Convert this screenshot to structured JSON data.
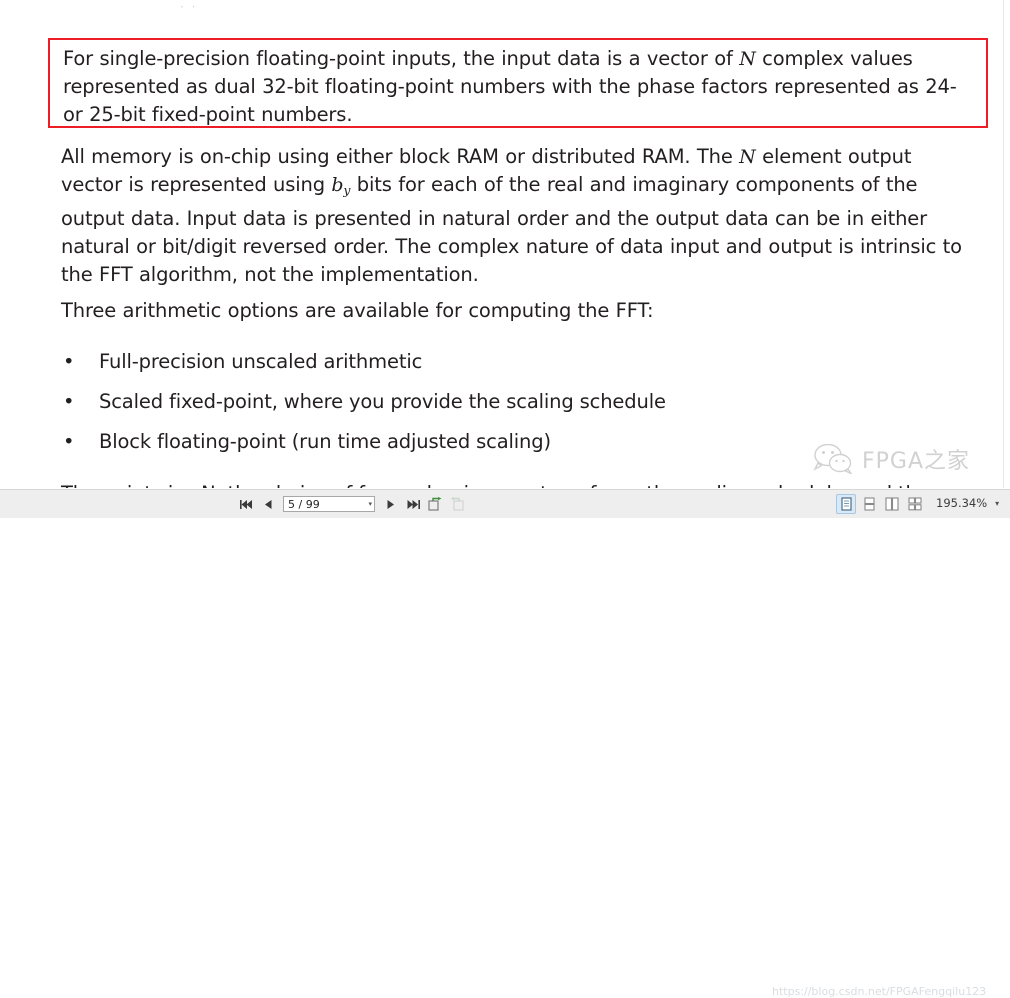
{
  "viewer": {
    "document_body": {
      "highlighted_paragraph": {
        "line1_a": "For single-precision floating-point inputs, the input data is a vector of ",
        "var_N": "N",
        "line1_b": " complex values represented as dual 32-bit floating-point numbers with the phase factors represented as 24- or 25-bit fixed-point numbers."
      },
      "memory_paragraph": {
        "part1": "All memory is on-chip using either block RAM or distributed RAM. The ",
        "var_N": "N",
        "part2": " element output vector is represented using ",
        "var_b": "b",
        "var_b_sub": "y",
        "part3": " bits for each of the real and imaginary components of the output data. Input data is presented in natural order and the output data can be in either natural or bit/digit reversed order. The complex nature of data input and output is intrinsic to the FFT algorithm, not the implementation."
      },
      "three_options_intro": "Three arithmetic options are available for computing the FFT:",
      "bullet_marker": "•",
      "bullets": [
        "Full-precision unscaled arithmetic",
        "Scaled fixed-point, where you provide the scaling schedule",
        "Block floating-point (run time adjusted scaling)"
      ],
      "clipped_next_line": "The point size N, the choice of forward or inverse transform, the scaling schedule, and the"
    },
    "watermark": {
      "brand_text": "FPGA之家",
      "url_text": "https://blog.csdn.net/FPGAFengqilu123"
    }
  },
  "toolbar": {
    "first_page_label": "First page",
    "previous_page_label": "Previous page",
    "page_number_value": "5 / 99",
    "page_dropdown_caret": "▾",
    "next_page_label": "Next page",
    "last_page_label": "Last page",
    "rotate_clockwise_label": "Rotate view",
    "rotate_counter_label": "Rotate view back",
    "view_single_page_label": "Single page view",
    "view_continuous_label": "Continuous scrolling view",
    "view_two_page_label": "Two page view",
    "view_two_page_scroll_label": "Two page scrolling view",
    "zoom_value": "195.34%",
    "zoom_caret": "▾"
  },
  "colors": {
    "highlight_border": "#ee1c25",
    "text": "#231f20",
    "toolbar_bg": "#eeeeee",
    "active_tool_bg": "#d9e9f7"
  }
}
